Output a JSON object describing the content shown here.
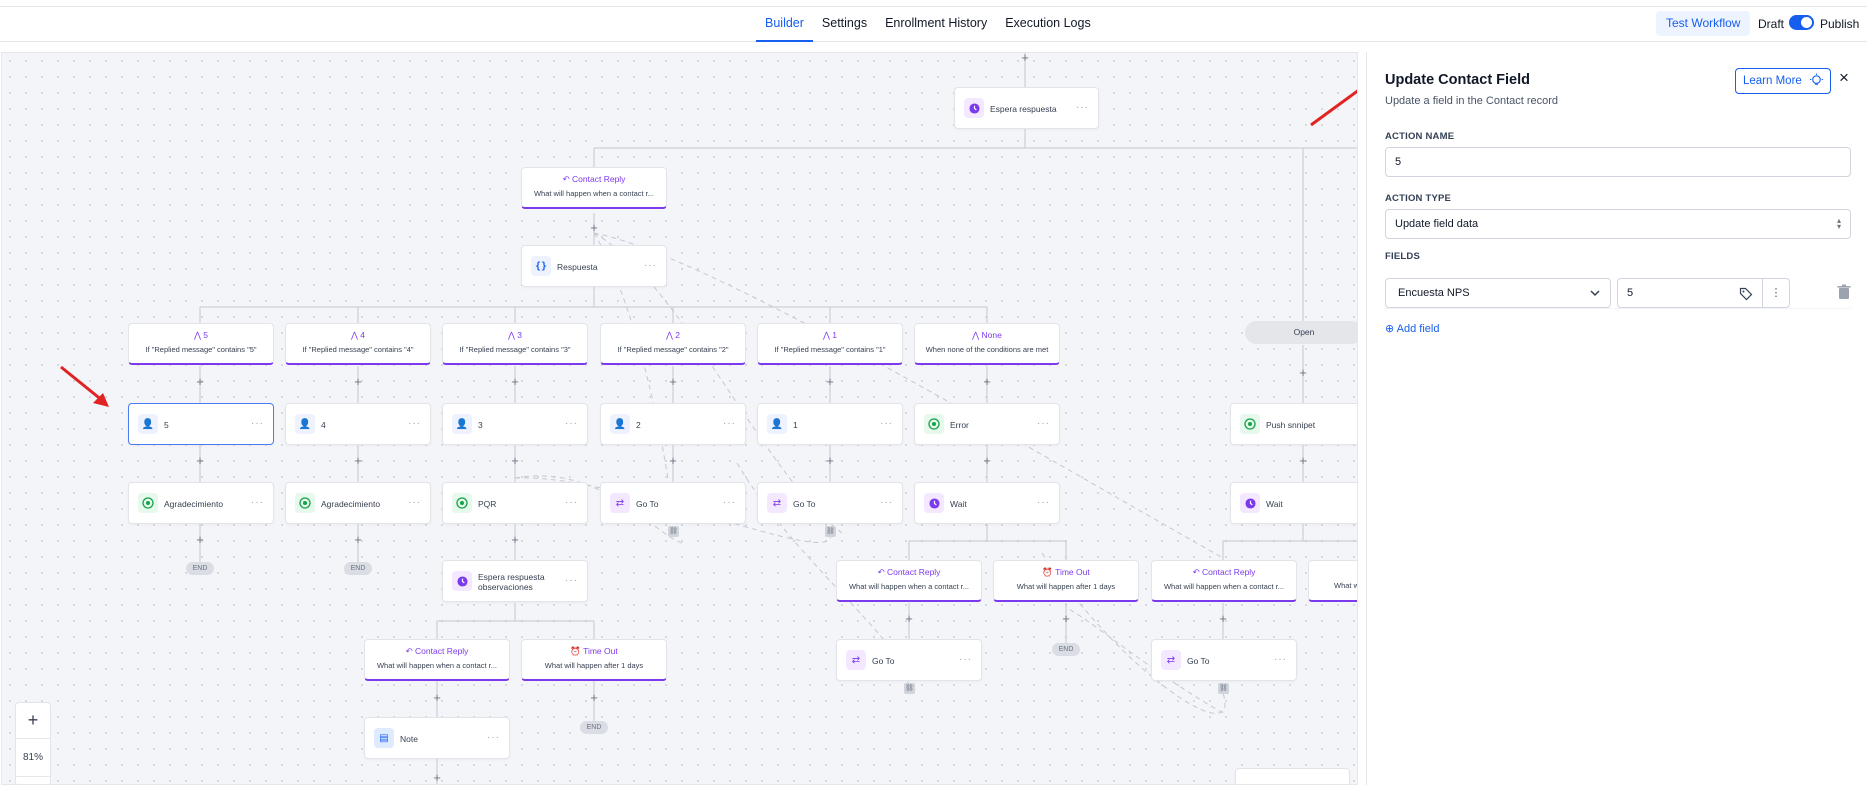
{
  "nav": {
    "tabs": [
      {
        "label": "Builder",
        "active": true
      },
      {
        "label": "Settings"
      },
      {
        "label": "Enrollment History"
      },
      {
        "label": "Execution Logs"
      }
    ],
    "test_workflow": "Test Workflow",
    "draft": "Draft",
    "publish": "Publish",
    "publish_toggle_on": true
  },
  "canvas": {
    "zoom": "81%",
    "zoom_in": "+",
    "nodes": {
      "espera": "Espera respuesta",
      "respuesta": "Respuesta",
      "n5": "5",
      "n4": "4",
      "n3": "3",
      "n2": "2",
      "n1": "1",
      "error": "Error",
      "push": "Push snnipet",
      "agr1": "Agradecimiento",
      "agr2": "Agradecimiento",
      "pqr": "PQR",
      "goto1": "Go To",
      "goto2": "Go To",
      "goto3": "Go To",
      "goto4": "Go To",
      "wait1": "Wait",
      "wait2": "Wait",
      "espera_obs": "Espera respuesta observaciones",
      "note": "Note",
      "dots": "···"
    },
    "contact_reply": {
      "title": "Contact Reply",
      "sub": "What will happen when a contact r..."
    },
    "time_out": {
      "title": "Time Out",
      "sub": "What will happen after 1 days"
    },
    "conditions": [
      {
        "title": "5",
        "sub": "If \"Replied message\" contains \"5\""
      },
      {
        "title": "4",
        "sub": "If \"Replied message\" contains \"4\""
      },
      {
        "title": "3",
        "sub": "If \"Replied message\" contains \"3\""
      },
      {
        "title": "2",
        "sub": "If \"Replied message\" contains \"2\""
      },
      {
        "title": "1",
        "sub": "If \"Replied message\" contains \"1\""
      },
      {
        "title": "None",
        "sub": "When none of the conditions are met"
      }
    ],
    "open_pill": "Open",
    "end": "END",
    "partial_right": "What w"
  },
  "panel": {
    "title": "Update Contact Field",
    "subtitle": "Update a field in the Contact record",
    "learn_more": "Learn More",
    "close": "×",
    "action_name_label": "ACTION NAME",
    "action_name_value": "5",
    "action_type_label": "ACTION TYPE",
    "action_type_value": "Update field data",
    "fields_label": "FIELDS",
    "field_name": "Encuesta NPS",
    "field_value": "5",
    "field_more": "⋮",
    "add_field": "Add field",
    "add_field_icon": "⊕"
  },
  "colors": {
    "accent": "#155eef",
    "purple": "#7c3aed",
    "whatsapp": "#16a34a",
    "arrow": "#e02424"
  }
}
